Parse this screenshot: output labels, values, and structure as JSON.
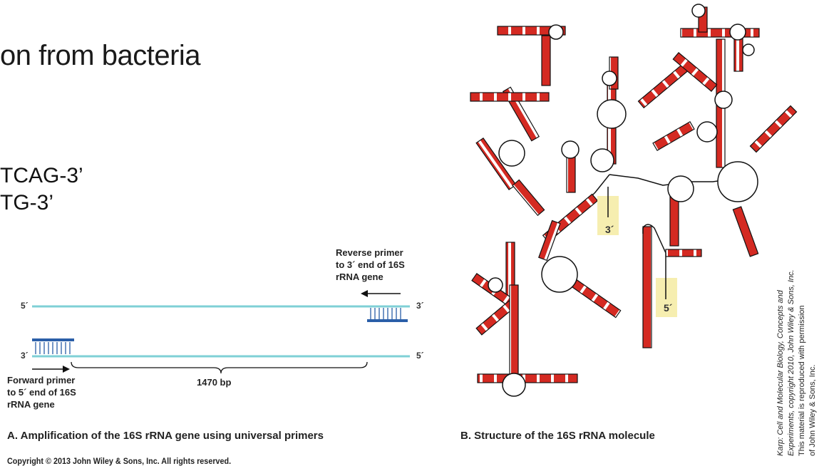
{
  "slide": {
    "title_fragment": "on from bacteria",
    "primer_seq_1": "TCAG-3’",
    "primer_seq_2": "TG-3’"
  },
  "panel_a": {
    "reverse_primer_label": [
      "Reverse primer",
      "to 3´ end of 16S",
      "rRNA gene"
    ],
    "forward_primer_label": [
      "Forward primer",
      "to 5´ end of 16S",
      "rRNA gene"
    ],
    "length_label": "1470 bp",
    "top_strand_left_end": "5´",
    "top_strand_right_end": "3´",
    "bottom_strand_left_end": "3´",
    "bottom_strand_right_end": "5´",
    "caption": "A. Amplification of the 16S rRNA gene using universal primers"
  },
  "panel_b": {
    "three_prime_label": "3´",
    "five_prime_label": "5´",
    "caption": "B. Structure of the 16S rRNA molecule"
  },
  "copyright": "Copyright © 2013 John Wiley & Sons, Inc. All rights reserved.",
  "credit": {
    "line1": "Karp: Cell and Molecular Biology, Concepts and",
    "line2": "Experiments, copyright 2010, John Wiley & Sons, Inc.",
    "line3": "This material is reproduced with permission",
    "line4": "of John Wiley & Sons, Inc."
  },
  "colors": {
    "dna_strand": "#7fd0d6",
    "primer": "#2a5ea8",
    "rrna_stem": "#d42a22",
    "highlight": "#f6eeb0"
  }
}
